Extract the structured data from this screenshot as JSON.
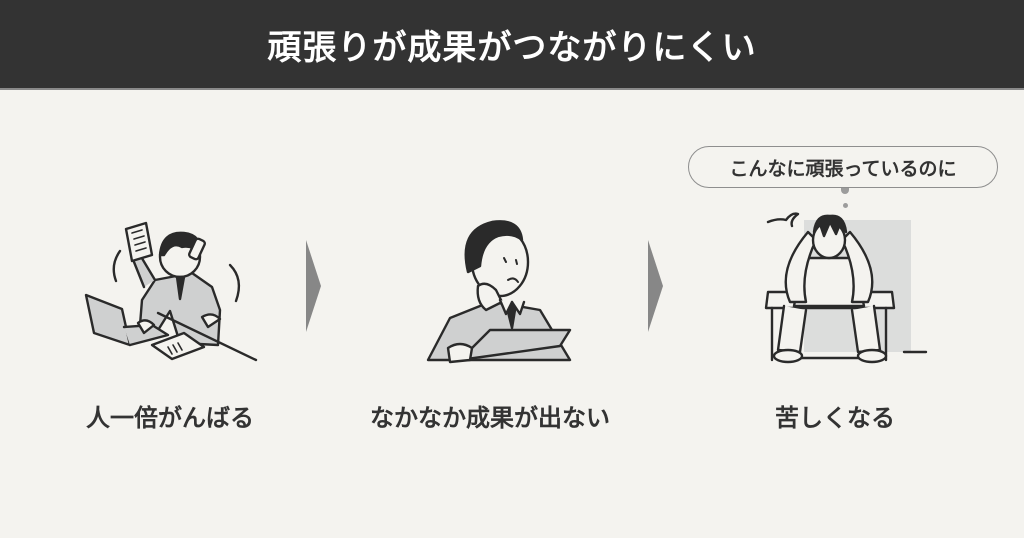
{
  "header": {
    "title": "頑張りが成果がつながりにくい",
    "background": "#333333"
  },
  "steps": [
    {
      "caption": "人一倍がんばる",
      "illustration": "busy-office-worker-icon"
    },
    {
      "caption": "なかなか成果が出ない",
      "illustration": "pondering-worker-icon"
    },
    {
      "caption": "苦しくなる",
      "illustration": "distressed-person-icon",
      "thought_bubble": "こんなに頑張っているのに"
    }
  ],
  "arrows": [
    "chevron-right-icon",
    "chevron-right-icon"
  ],
  "colors": {
    "background": "#f4f3ef",
    "text": "#333333",
    "arrow": "#878787",
    "suit_gray": "#cfd0d0",
    "line": "#2a2a2a"
  }
}
